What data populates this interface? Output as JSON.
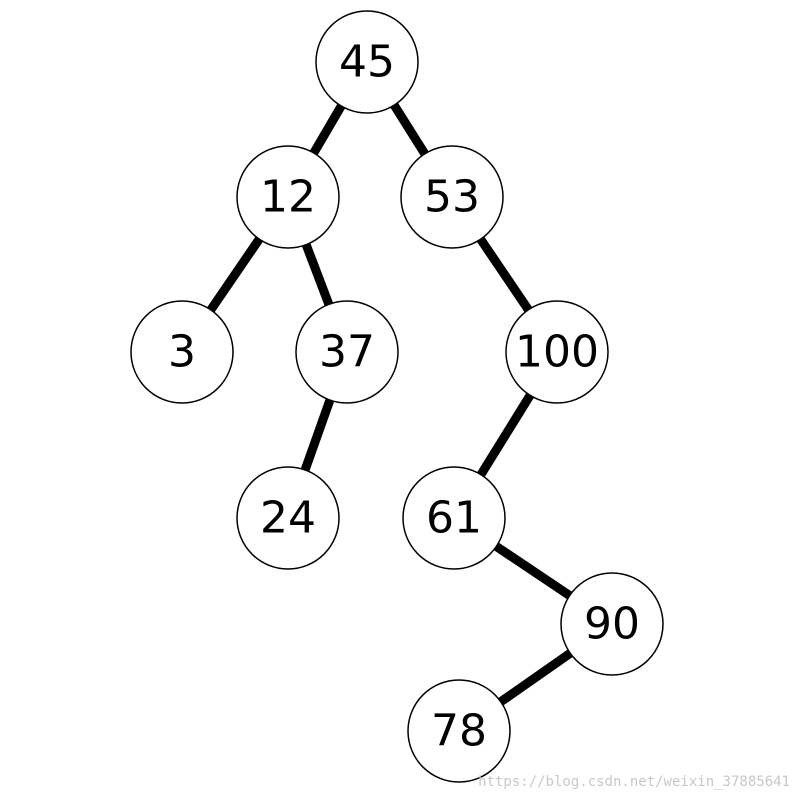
{
  "diagram": {
    "type": "binary-tree",
    "nodes": [
      {
        "id": "n45",
        "label": "45"
      },
      {
        "id": "n12",
        "label": "12"
      },
      {
        "id": "n53",
        "label": "53"
      },
      {
        "id": "n3",
        "label": "3"
      },
      {
        "id": "n37",
        "label": "37"
      },
      {
        "id": "n100",
        "label": "100"
      },
      {
        "id": "n24",
        "label": "24"
      },
      {
        "id": "n61",
        "label": "61"
      },
      {
        "id": "n90",
        "label": "90"
      },
      {
        "id": "n78",
        "label": "78"
      }
    ],
    "edges": [
      {
        "from": "n45",
        "to": "n12"
      },
      {
        "from": "n45",
        "to": "n53"
      },
      {
        "from": "n12",
        "to": "n3"
      },
      {
        "from": "n12",
        "to": "n37"
      },
      {
        "from": "n37",
        "to": "n24"
      },
      {
        "from": "n53",
        "to": "n100"
      },
      {
        "from": "n100",
        "to": "n61"
      },
      {
        "from": "n61",
        "to": "n90"
      },
      {
        "from": "n90",
        "to": "n78"
      }
    ]
  },
  "watermark": {
    "text": "https://blog.csdn.net/weixin_37885641"
  },
  "colors": {
    "edge": "#000000",
    "node_fill": "#ffffff",
    "node_stroke": "#000000",
    "watermark": "#c8c8c8"
  }
}
